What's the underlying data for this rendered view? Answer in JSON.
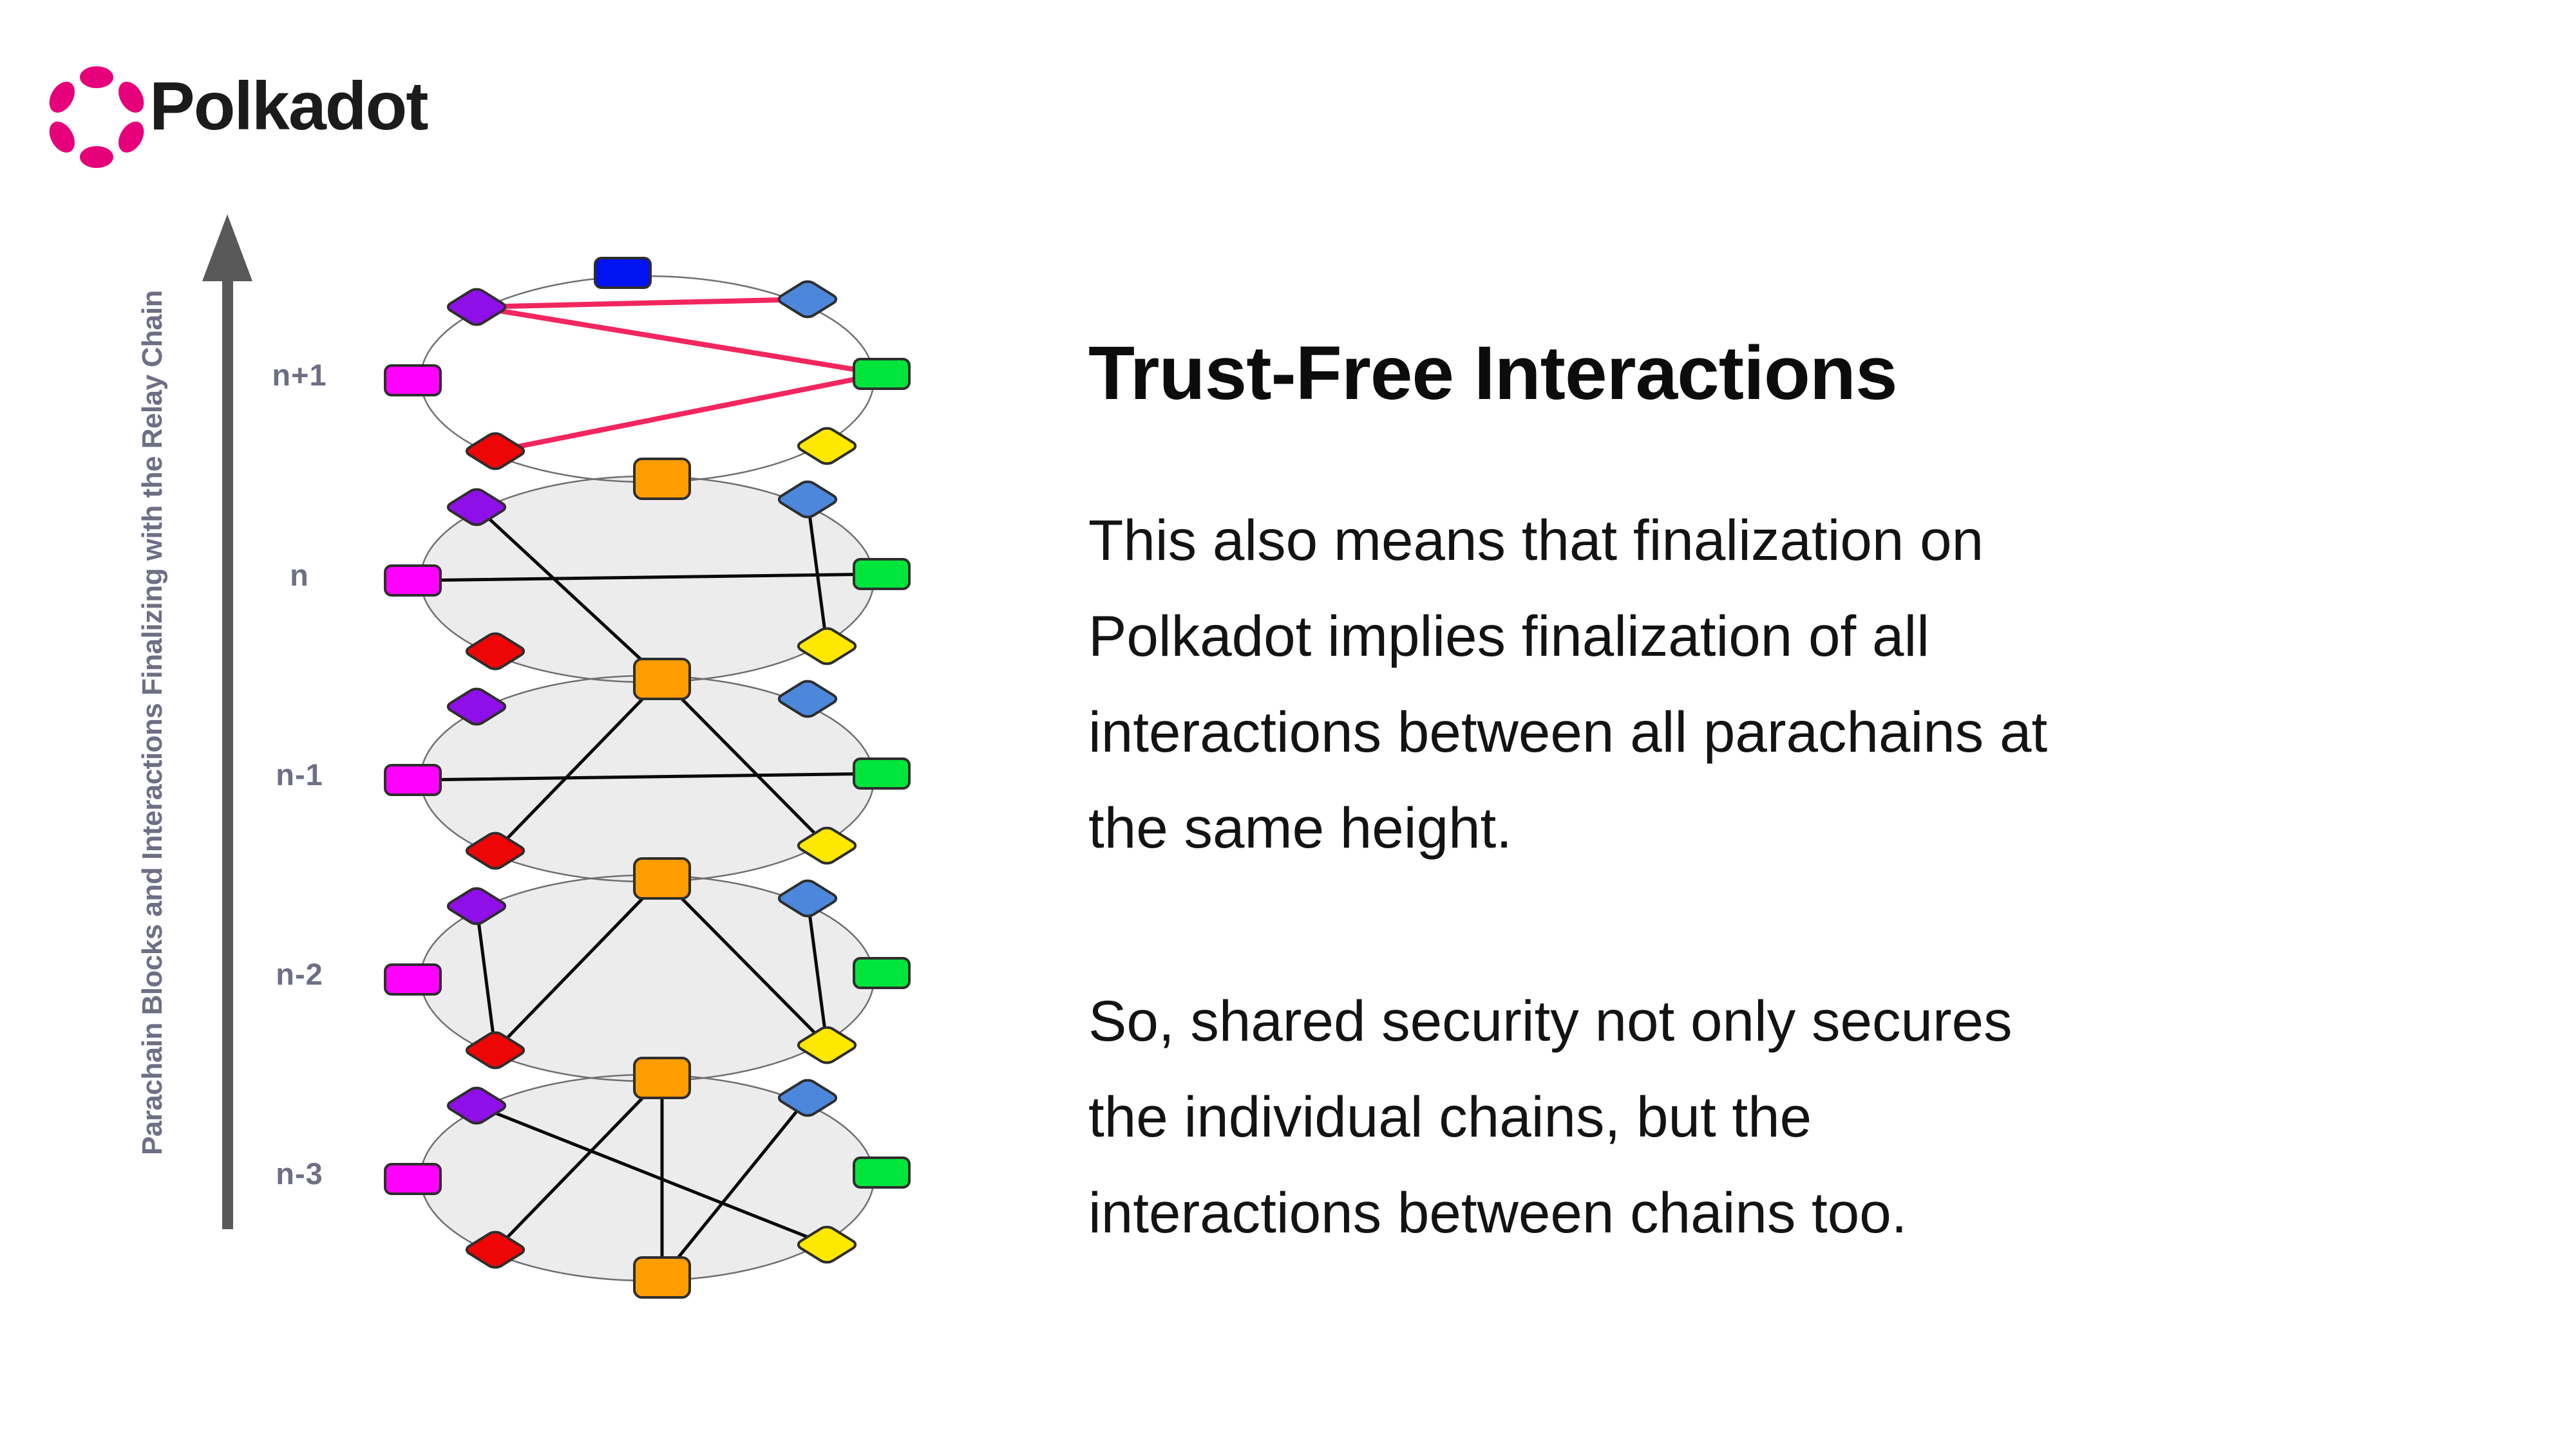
{
  "brand": {
    "name": "Polkadot",
    "logo_color": "#E6007A",
    "text_color": "#1B1B1B"
  },
  "axis": {
    "label": "Parachain Blocks and Interactions Finalizing with the Relay Chain",
    "color": "#6E6E85",
    "arrow_color": "#595959"
  },
  "diagram": {
    "ellipse_fill_top": "#FFFFFF",
    "ellipse_fill": "#ECECEC",
    "ellipse_stroke": "#707070",
    "interaction_color": "#0A0A0A",
    "new_interaction_color": "#F1265F",
    "node_stroke": "#2E2E2E",
    "node_colors": {
      "N": "#0013F0",
      "NE": "#4D87DC",
      "E": "#00E53C",
      "SE": "#FFE800",
      "S": "#FF9D00",
      "SW": "#EE0505",
      "W": "#FF00FF",
      "NW": "#8F0FE8"
    },
    "levels": [
      {
        "label": "n+1",
        "new_block": true,
        "connections": [
          [
            "NW",
            "NE"
          ],
          [
            "NW",
            "E"
          ],
          [
            "SW",
            "E"
          ]
        ]
      },
      {
        "label": "n",
        "new_block": false,
        "connections": [
          [
            "W",
            "E"
          ],
          [
            "NW",
            "S"
          ],
          [
            "NE",
            "SE"
          ]
        ]
      },
      {
        "label": "n-1",
        "new_block": false,
        "connections": [
          [
            "W",
            "E"
          ],
          [
            "N",
            "SW"
          ],
          [
            "N",
            "SE"
          ]
        ]
      },
      {
        "label": "n-2",
        "new_block": false,
        "connections": [
          [
            "NW",
            "SW"
          ],
          [
            "N",
            "SW"
          ],
          [
            "N",
            "SE"
          ],
          [
            "NE",
            "SE"
          ]
        ]
      },
      {
        "label": "n-3",
        "new_block": false,
        "connections": [
          [
            "NW",
            "SE"
          ],
          [
            "N",
            "SW"
          ],
          [
            "N",
            "S"
          ],
          [
            "NE",
            "S"
          ]
        ]
      }
    ]
  },
  "content": {
    "title": "Trust-Free Interactions",
    "paragraph1": "This also means that finalization on\nPolkadot implies finalization of all\ninteractions between all parachains at\nthe same height.",
    "paragraph2": "So, shared security not only secures\nthe individual chains, but the\ninteractions between chains too."
  }
}
